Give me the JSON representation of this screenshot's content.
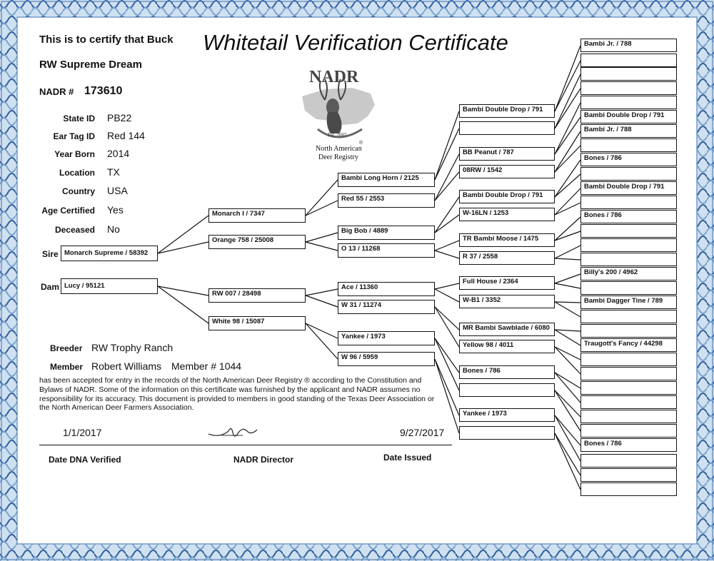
{
  "header": {
    "certify_line": "This is to certify that Buck",
    "buck_name": "RW Supreme Dream",
    "nadr_label": "NADR #",
    "nadr_number": "173610",
    "title": "Whitetail Verification Certificate"
  },
  "logo": {
    "name": "NADR",
    "est": "Est. 2007",
    "org_line1": "North American",
    "org_line2": "Deer Registry",
    "registered_mark": "®"
  },
  "fields": [
    {
      "label": "State ID",
      "value": "PB22"
    },
    {
      "label": "Ear Tag ID",
      "value": "Red 144"
    },
    {
      "label": "Year Born",
      "value": "2014"
    },
    {
      "label": "Location",
      "value": "TX"
    },
    {
      "label": "Country",
      "value": "USA"
    },
    {
      "label": "Age Certified",
      "value": "Yes"
    },
    {
      "label": "Deceased",
      "value": "No"
    }
  ],
  "parents": {
    "sire_label": "Sire",
    "sire": "Monarch Supreme / 58392",
    "dam_label": "Dam",
    "dam": "Lucy / 95121"
  },
  "gen2": [
    "Monarch I / 7347",
    "Orange 758 / 25008",
    "RW 007 / 28498",
    "White 98 / 15087"
  ],
  "gen3": [
    "Bambi Long Horn / 2125",
    "Red 55 / 2553",
    "Big Bob / 4889",
    "O 13 / 11268",
    "Ace / 11360",
    "W 31 / 11274",
    "Yankee / 1973",
    "W 96 / 5959"
  ],
  "gen4": [
    "Bambi Double Drop / 791",
    "",
    "BB Peanut / 787",
    "08RW / 1542",
    "Bambi Double Drop / 791",
    "W-16LN / 1253",
    "TR Bambi Moose / 1475",
    "R 37 / 2558",
    "Full House / 2364",
    "W-B1 / 3352",
    "MR Bambi Sawblade / 6080",
    "Yellow 98 / 4011",
    "Bones / 786",
    "",
    "Yankee / 1973",
    ""
  ],
  "gen5": [
    "Bambi Jr. / 788",
    "",
    "",
    "",
    "",
    "Bambi Double Drop / 791",
    "Bambi Jr. / 788",
    "",
    "Bones / 786",
    "",
    "Bambi Double Drop / 791",
    "",
    "Bones / 786",
    "",
    "",
    "",
    "Billy's 200 / 4962",
    "",
    "Bambi Dagger Tine / 789",
    "",
    "",
    "Traugott's Fancy / 44298",
    "",
    "",
    "",
    "",
    "",
    "",
    "Bones / 786",
    "",
    "",
    ""
  ],
  "breeder": {
    "label": "Breeder",
    "value": "RW Trophy Ranch"
  },
  "member": {
    "label": "Member",
    "value": "Robert Williams",
    "member_no": "Member # 1044"
  },
  "paragraph": "has been accepted for entry in the records of the North American Deer Registry ® according to the Constitution and Bylaws of NADR. Some of the information on this certificate was furnished by the applicant and NADR assumes no responsibility for its accuracy. This document is provided to members in good standing of the Texas Deer Association or the North American Deer Farmers Association.",
  "footer": {
    "date_verified": "1/1/2017",
    "date_issued": "9/27/2017",
    "label_verified": "Date DNA Verified",
    "label_director": "NADR Director",
    "label_issued": "Date Issued"
  }
}
